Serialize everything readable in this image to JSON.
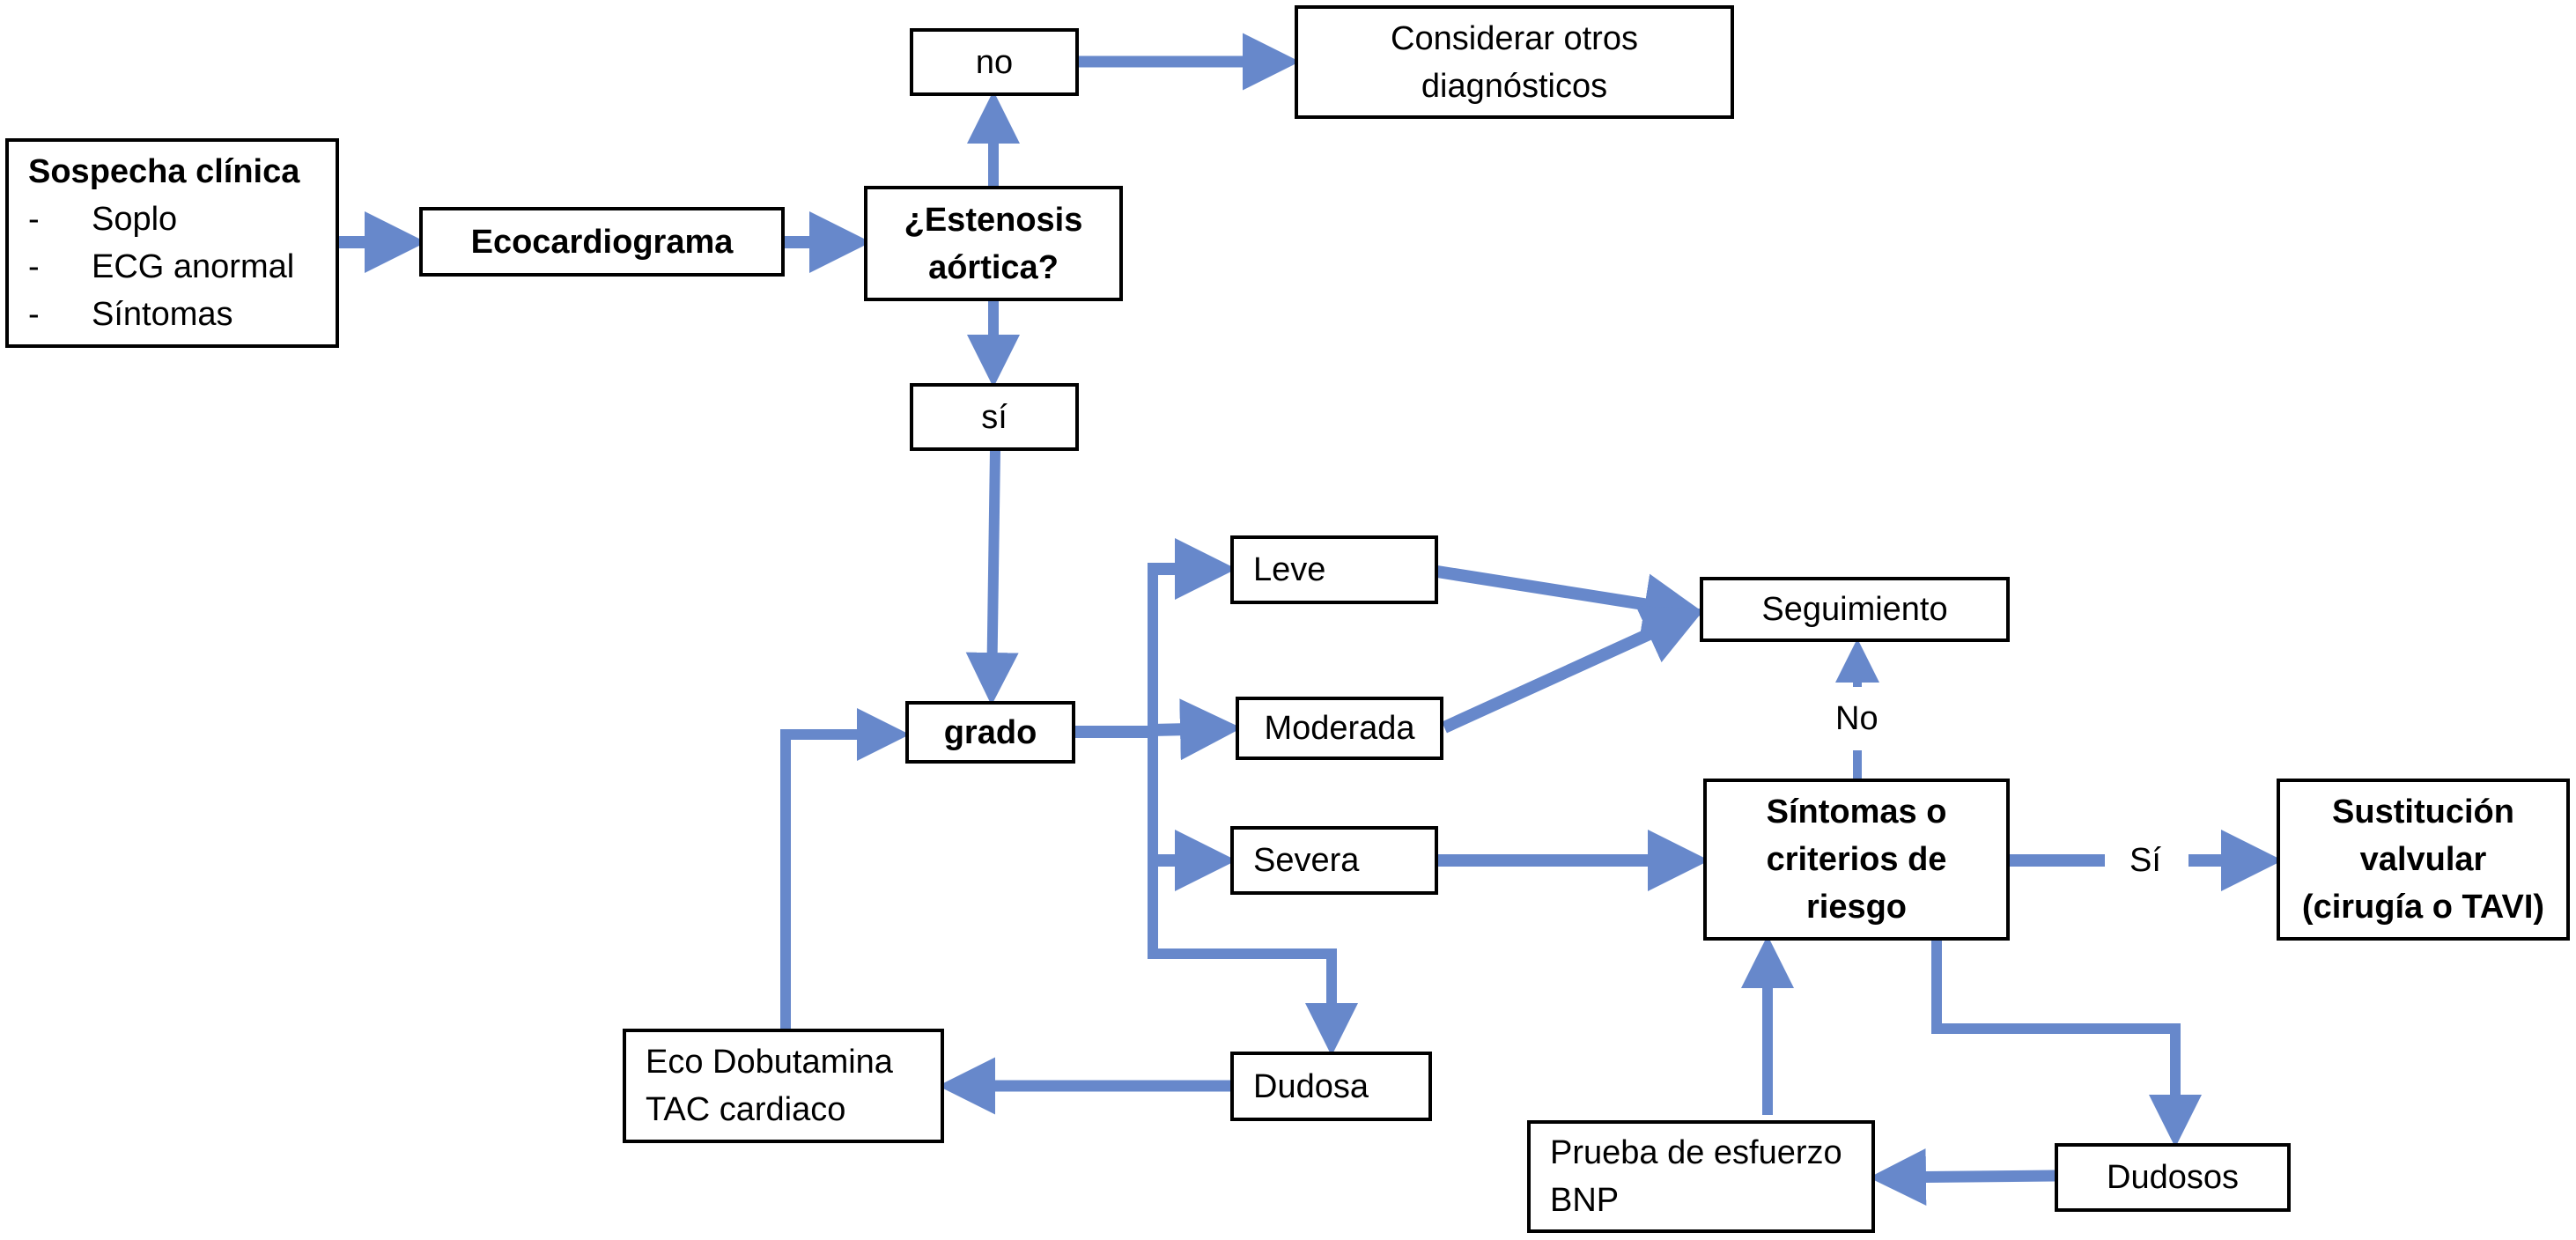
{
  "diagram": {
    "arrow_color": "#6788CB",
    "nodes": {
      "sospecha": {
        "title": "Sospecha clínica",
        "items": [
          {
            "bullet": "-",
            "text": "Soplo"
          },
          {
            "bullet": "-",
            "text": "ECG anormal"
          },
          {
            "bullet": "-",
            "text": "Síntomas"
          }
        ]
      },
      "ecocardiograma": {
        "text": "Ecocardiograma"
      },
      "estenosis": {
        "line1": "¿Estenosis",
        "line2": "aórtica?"
      },
      "no": {
        "text": "no"
      },
      "considerar": {
        "line1": "Considerar otros",
        "line2": "diagnósticos"
      },
      "si": {
        "text": "sí"
      },
      "grado": {
        "text": "grado"
      },
      "leve": {
        "text": "Leve"
      },
      "moderada": {
        "text": "Moderada"
      },
      "severa": {
        "text": "Severa"
      },
      "dudosa": {
        "text": "Dudosa"
      },
      "eco_dobutamina": {
        "line1": "Eco Dobutamina",
        "line2": "TAC cardiaco"
      },
      "seguimiento": {
        "text": "Seguimiento"
      },
      "sintomas": {
        "line1": "Síntomas o",
        "line2": "criterios de",
        "line3": "riesgo"
      },
      "sustitucion": {
        "line1": "Sustitución",
        "line2": "valvular",
        "line3": "(cirugía o TAVI)"
      },
      "prueba": {
        "line1": "Prueba de esfuerzo",
        "line2": "BNP"
      },
      "dudosos": {
        "text": "Dudosos"
      }
    },
    "edge_labels": {
      "no_label": "No",
      "si_label": "Sí"
    }
  }
}
